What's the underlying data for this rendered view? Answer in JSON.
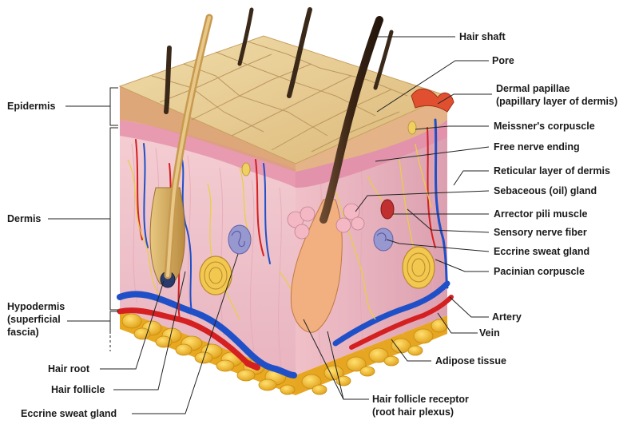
{
  "labels": {
    "epidermis": "Epidermis",
    "dermis": "Dermis",
    "hypodermis_1": "Hypodermis",
    "hypodermis_2": "(superficial",
    "hypodermis_3": "fascia)",
    "hair_root": "Hair root",
    "hair_follicle": "Hair follicle",
    "eccrine_sweat_gland_left": "Eccrine sweat gland",
    "hair_shaft": "Hair shaft",
    "pore": "Pore",
    "dermal_papillae_1": "Dermal papillae",
    "dermal_papillae_2": "(papillary layer of dermis)",
    "meissners_corpuscle": "Meissner's corpuscle",
    "free_nerve_ending": "Free nerve ending",
    "reticular_layer": "Reticular layer of dermis",
    "sebaceous_gland": "Sebaceous (oil) gland",
    "arrector_pili": "Arrector pili muscle",
    "sensory_nerve_fiber": "Sensory nerve fiber",
    "eccrine_sweat_gland_right": "Eccrine sweat gland",
    "pacinian_corpuscle": "Pacinian corpuscle",
    "artery": "Artery",
    "vein": "Vein",
    "adipose_tissue": "Adipose tissue",
    "hair_follicle_receptor_1": "Hair follicle receptor",
    "hair_follicle_receptor_2": "(root hair plexus)"
  },
  "colors": {
    "epidermis_top": "#e8cc90",
    "epidermis_grid": "#b8935a",
    "dermis": "#f2c7cc",
    "dermis_dark": "#e0a0b0",
    "adipose": "#f2c030",
    "artery": "#d42020",
    "vein": "#2050c8",
    "hair": "#4a3020",
    "follicle": "#d8b060",
    "nerve": "#e8d040",
    "leader": "#222222"
  }
}
